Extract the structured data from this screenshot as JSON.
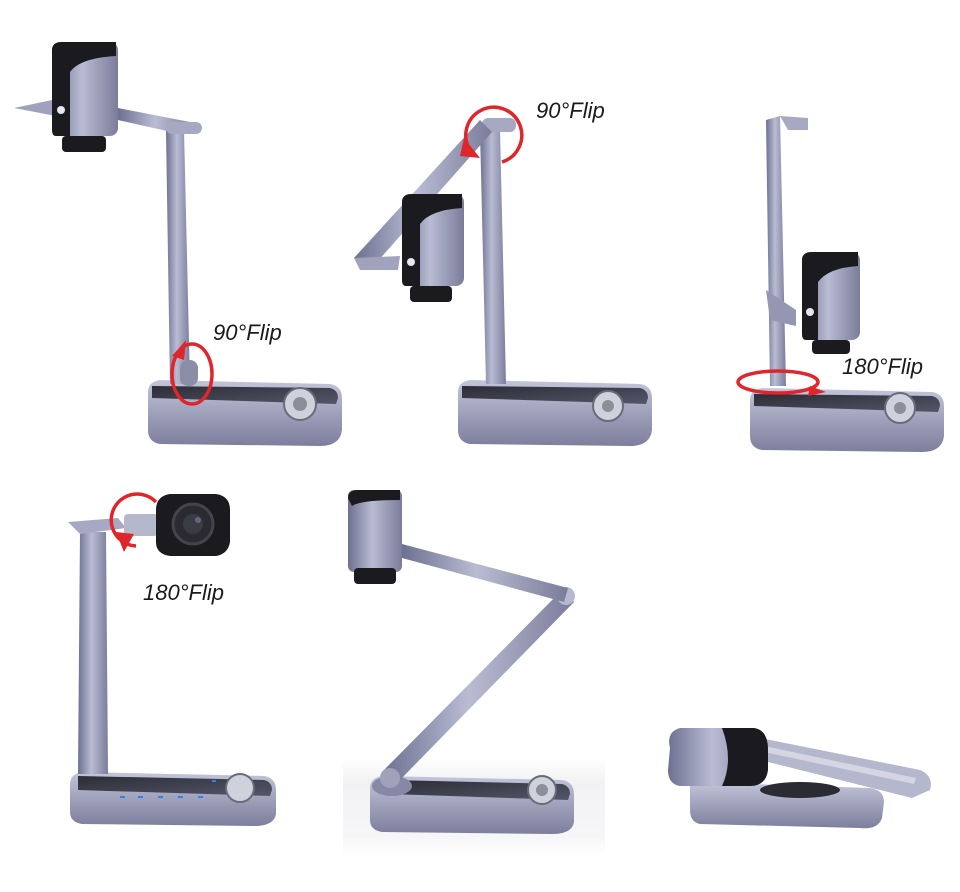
{
  "image": {
    "subject": "document camera / visualizer shown in six positions",
    "background": "#ffffff",
    "colors": {
      "body_metal": "#8e90ad",
      "body_metal_light": "#b7b9d0",
      "body_metal_dark": "#5e6080",
      "black_trim": "#1b1b1f",
      "base_top_glass": "#3a3b45",
      "arrow_red": "#e0252b",
      "touch_led_blue": "#3d7de0",
      "label_text": "#1a1a1a"
    }
  },
  "panels": [
    {
      "id": "p1",
      "pose": "upright, arm horizontal, camera head facing down",
      "label": "90°Flip",
      "rotation_indicator": "vertical ring at pole base"
    },
    {
      "id": "p2",
      "pose": "upper arm flipped down diagonally",
      "label": "90°Flip",
      "rotation_indicator": "ring at top joint"
    },
    {
      "id": "p3",
      "pose": "arm folded upward, camera hanging beside pole",
      "label": "180°Flip",
      "rotation_indicator": "horizontal ring at pole base"
    },
    {
      "id": "p4",
      "pose": "side view, camera lens facing forward",
      "label": "180°Flip",
      "rotation_indicator": "ring at camera head joint"
    },
    {
      "id": "p5",
      "pose": "z-shaped extended arm",
      "label": null,
      "rotation_indicator": null
    },
    {
      "id": "p6",
      "pose": "fully folded / stowed",
      "label": null,
      "rotation_indicator": null
    }
  ]
}
